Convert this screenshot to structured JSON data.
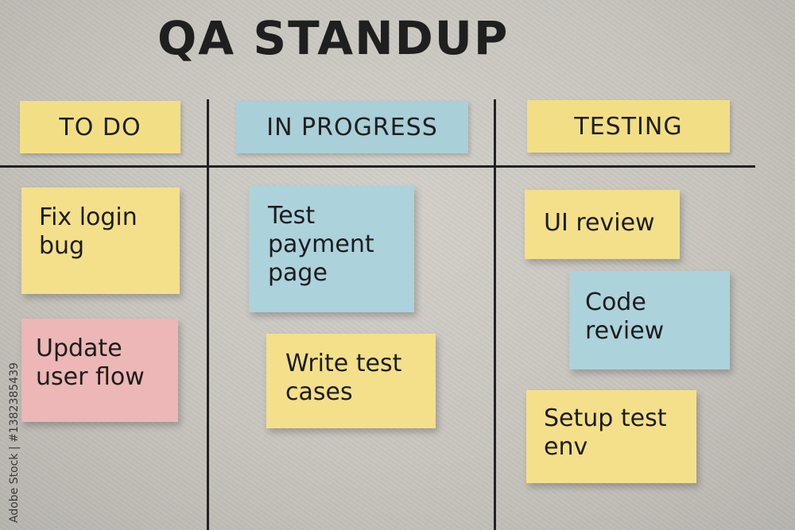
{
  "board": {
    "title": "QA STANDUP",
    "columns": [
      {
        "header": "TO DO",
        "header_color": "#f2df85"
      },
      {
        "header": "IN PROGRESS",
        "header_color": "#a9cfd8"
      },
      {
        "header": "TESTING",
        "header_color": "#f2df85"
      }
    ],
    "notes": [
      {
        "text": "Fix login bug",
        "color": "#f4e08a"
      },
      {
        "text": "Update user flow",
        "color": "#ecb7b6"
      },
      {
        "text": "Test payment page",
        "color": "#acd2dc"
      },
      {
        "text": "Write test cases",
        "color": "#f4e08a"
      },
      {
        "text": "UI review",
        "color": "#f4e08a"
      },
      {
        "text": "Code review",
        "color": "#acd2dc"
      },
      {
        "text": "Setup test env",
        "color": "#f4e08a"
      }
    ]
  },
  "watermark": "Adobe Stock | #1382385439"
}
